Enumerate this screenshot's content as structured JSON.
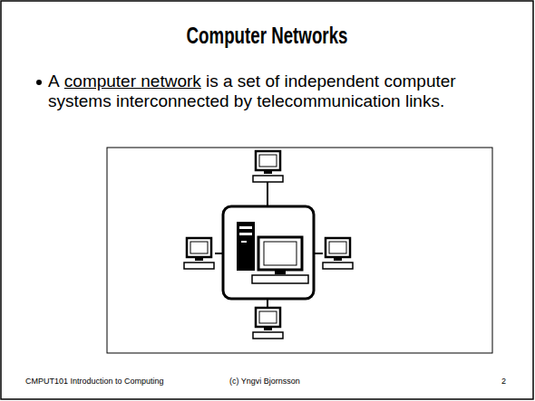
{
  "diagram": {
    "title": "Computer Networks",
    "labels": [
      "A",
      "computer network",
      "is a set of independent computer systems interconnected by telecommunication links.",
      "CMPUT101 Introduction to Computing",
      "(c) Yngvi Bjornsson",
      "2"
    ]
  }
}
